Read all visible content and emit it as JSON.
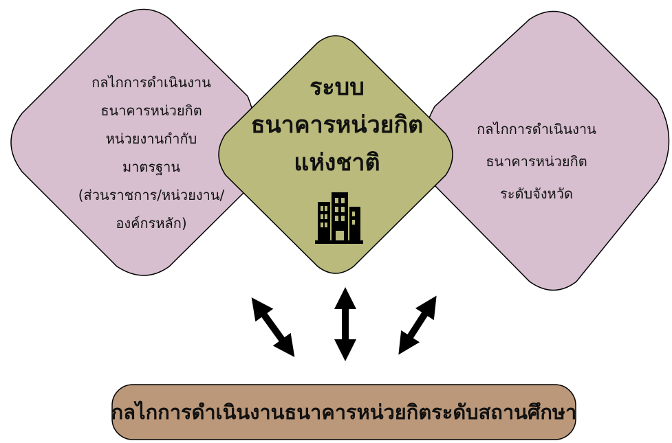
{
  "nodes": {
    "left": {
      "lines": [
        "กลไกการดำเนินงาน",
        "ธนาคารหน่วยกิต",
        "หน่วยงานกำกับ",
        "มาตรฐาน",
        "(ส่วนราชการ/หน่วยงาน/",
        "องค์กรหลัก)"
      ]
    },
    "center": {
      "lines": [
        "ระบบ",
        "ธนาคารหน่วยกิต",
        "แห่งชาติ"
      ],
      "icon": "building-icon"
    },
    "right": {
      "lines": [
        "กลไกการดำเนินงาน",
        "ธนาคารหน่วยกิต",
        "ระดับจังหวัด"
      ]
    },
    "bottom": {
      "label": "กลไกการดำเนินงานธนาคารหน่วยกิตระดับสถานศึกษา"
    }
  },
  "colors": {
    "side_fill": "#d7bfcf",
    "center_fill": "#b9ba7b",
    "bottom_fill": "#bb987a",
    "stroke": "#000000",
    "arrow": "#000000"
  },
  "arrows": [
    "double-arrow-icon",
    "double-arrow-icon",
    "double-arrow-icon"
  ]
}
